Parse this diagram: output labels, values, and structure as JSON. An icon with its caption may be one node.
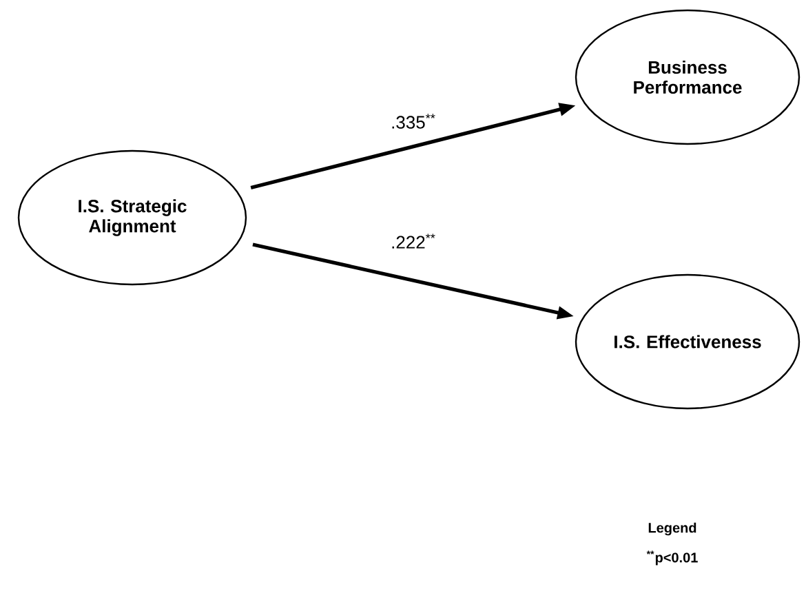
{
  "diagram": {
    "nodes": [
      {
        "text": [
          "I.S. Strategic Alignment"
        ]
      },
      {
        "text": [
          "Business Performance"
        ]
      },
      {
        "text": [
          "I.S. Effectiveness"
        ]
      }
    ],
    "edges": [
      {
        "from": 0,
        "to": 1,
        "arrow": "to",
        "label": ".335$^{**}$"
      },
      {
        "from": 0,
        "to": 2,
        "arrow": "to",
        "label": ".222$^{**}$"
      }
    ],
    "labels": [
      "Legend",
      "$^{**}$p<0.01"
    ]
  }
}
